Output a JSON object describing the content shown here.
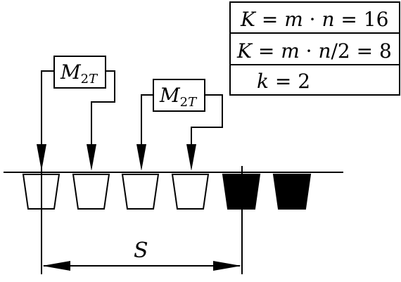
{
  "formula_box": {
    "row1": {
      "lhs": "K",
      "eq1": " = ",
      "m": "m",
      "dot": " · ",
      "n": "n",
      "eq2": " = ",
      "val": "16"
    },
    "row2": {
      "lhs": "K",
      "eq1": " = ",
      "m": "m",
      "dot": " · ",
      "n": "n",
      "div": "/2",
      "eq2": " = ",
      "val": "8"
    },
    "row3": {
      "lhs": "k",
      "eq": " = ",
      "val": "2"
    }
  },
  "modules": [
    {
      "main": "M",
      "sub": "2",
      "subvar": "T"
    },
    {
      "main": "M",
      "sub": "2",
      "subvar": "T"
    }
  ],
  "dimension": {
    "label": "S"
  },
  "colors": {
    "line": "#000000",
    "filled_slot": "#000000",
    "background": "#ffffff"
  }
}
